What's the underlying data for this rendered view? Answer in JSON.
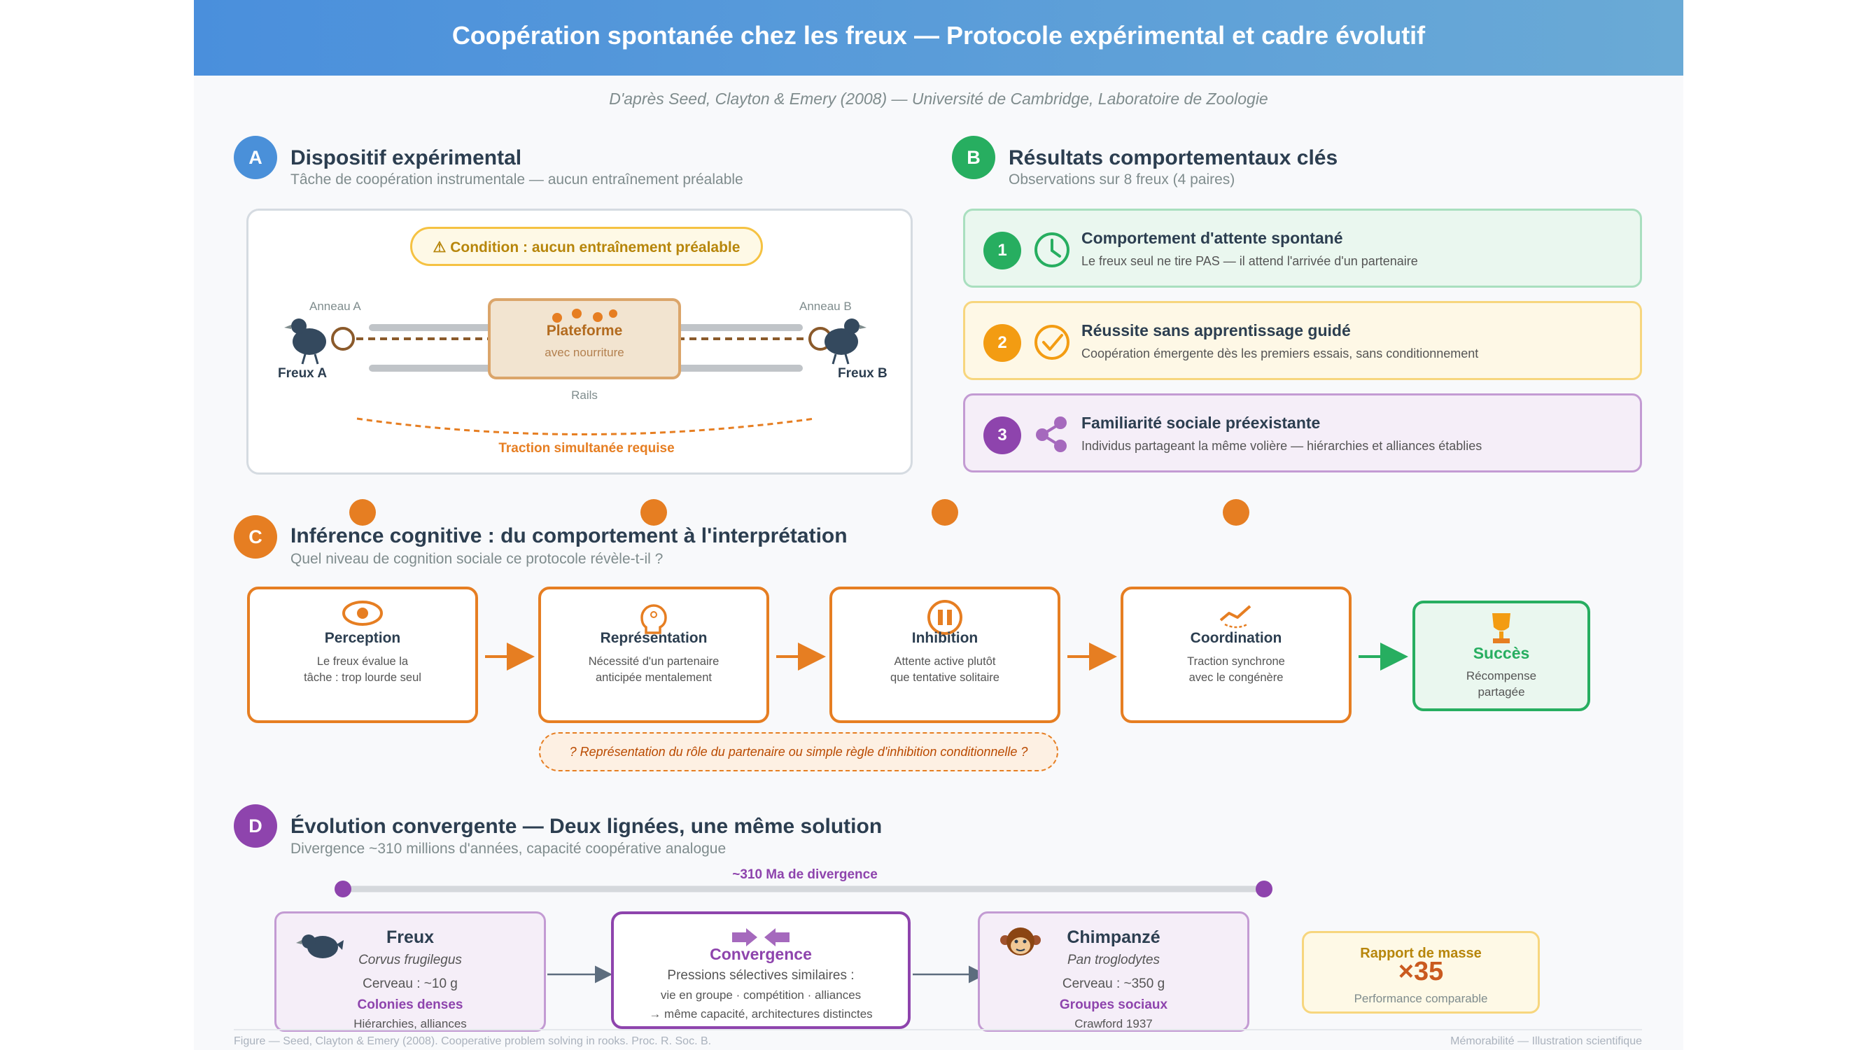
{
  "header": {
    "title": "Coopération spontanée chez les freux — Protocole expérimental et cadre évolutif",
    "subtitle": "D'après Seed, Clayton & Emery (2008) — Université de Cambridge, Laboratoire de Zoologie"
  },
  "sectionA": {
    "badge": "A",
    "title": "Dispositif expérimental",
    "subtitle": "Tâche de coopération instrumentale — aucun entraînement préalable",
    "condition": "Condition : aucun entraînement préalable",
    "ring_a": "Anneau A",
    "ring_b": "Anneau B",
    "platform_title": "Plateforme",
    "platform_sub": "avec nourriture",
    "rails": "Rails",
    "rook_a": "Freux A",
    "rook_b": "Freux B",
    "traction": "Traction simultanée requise"
  },
  "sectionB": {
    "badge": "B",
    "title": "Résultats comportementaux clés",
    "subtitle": "Observations sur 8 freux (4 paires)",
    "results": [
      {
        "num": "1",
        "title": "Comportement d'attente spontané",
        "desc": "Le freux seul ne tire PAS — il attend l'arrivée d'un partenaire",
        "icon": "clock-icon",
        "color": "#27ae60"
      },
      {
        "num": "2",
        "title": "Réussite sans apprentissage guidé",
        "desc": "Coopération émergente dès les premiers essais, sans conditionnement",
        "icon": "check-circle-icon",
        "color": "#f39c12"
      },
      {
        "num": "3",
        "title": "Familiarité sociale préexistante",
        "desc": "Individus partageant la même volière — hiérarchies et alliances établies",
        "icon": "share-network-icon",
        "color": "#8e44ad"
      }
    ]
  },
  "sectionC": {
    "badge": "C",
    "title": "Inférence cognitive : du comportement à l'interprétation",
    "subtitle": "Quel niveau de cognition sociale ce protocole révèle-t-il ?",
    "steps": [
      {
        "title": "Perception",
        "desc1": "Le freux évalue la",
        "desc2": "tâche : trop lourde seul",
        "icon": "eye-icon"
      },
      {
        "title": "Représentation",
        "desc1": "Nécessité d'un partenaire",
        "desc2": "anticipée mentalement",
        "icon": "head-icon"
      },
      {
        "title": "Inhibition",
        "desc1": "Attente active plutôt",
        "desc2": "que tentative solitaire",
        "icon": "pause-icon"
      },
      {
        "title": "Coordination",
        "desc1": "Traction synchrone",
        "desc2": "avec le congénère",
        "icon": "trend-icon"
      }
    ],
    "success": {
      "title": "Succès",
      "desc1": "Récompense",
      "desc2": "partagée",
      "icon": "trophy-icon"
    },
    "question": "? Représentation du rôle du partenaire ou simple règle d'inhibition conditionnelle ?"
  },
  "sectionD": {
    "badge": "D",
    "title": "Évolution convergente — Deux lignées, une même solution",
    "subtitle": "Divergence ~310 millions d'années, capacité coopérative analogue",
    "divergence": "~310 Ma de divergence",
    "rook": {
      "name": "Freux",
      "latin": "Corvus frugilegus",
      "brain": "Cerveau : ~10 g",
      "social": "Colonies denses",
      "note": "Hiérarchies, alliances"
    },
    "convergence": {
      "title": "Convergence",
      "line1": "Pressions sélectives similaires :",
      "line2": "vie en groupe · compétition · alliances",
      "line3": "→ même capacité, architectures distinctes"
    },
    "chimp": {
      "name": "Chimpanzé",
      "latin": "Pan troglodytes",
      "brain": "Cerveau : ~350 g",
      "social": "Groupes sociaux",
      "note": "Crawford 1937"
    },
    "mass": {
      "title": "Rapport de masse",
      "value": "×35",
      "note": "Performance comparable"
    }
  },
  "footer": {
    "left": "Figure — Seed, Clayton & Emery (2008). Cooperative problem solving in rooks. Proc. R. Soc. B.",
    "right": "Mémorabilité — Illustration scientifique"
  },
  "colors": {
    "blue": "#4a90d9",
    "green": "#27ae60",
    "orange": "#e67e22",
    "purple": "#8e44ad",
    "gold": "#f39c12"
  }
}
